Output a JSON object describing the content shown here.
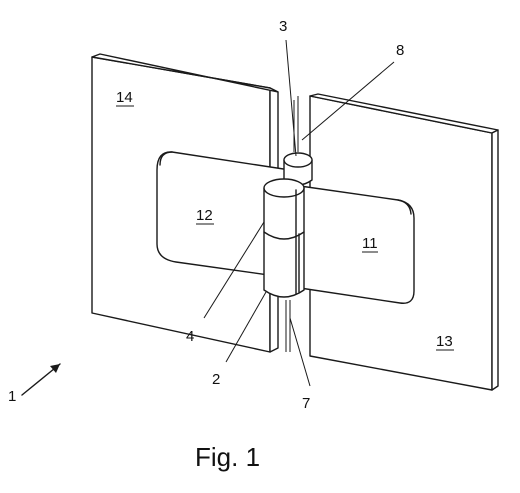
{
  "labels": {
    "one": "1",
    "two": "2",
    "three": "3",
    "four": "4",
    "seven": "7",
    "eight": "8",
    "eleven": "11",
    "twelve": "12",
    "thirteen": "13",
    "fourteen": "14"
  },
  "caption": "Fig. 1"
}
